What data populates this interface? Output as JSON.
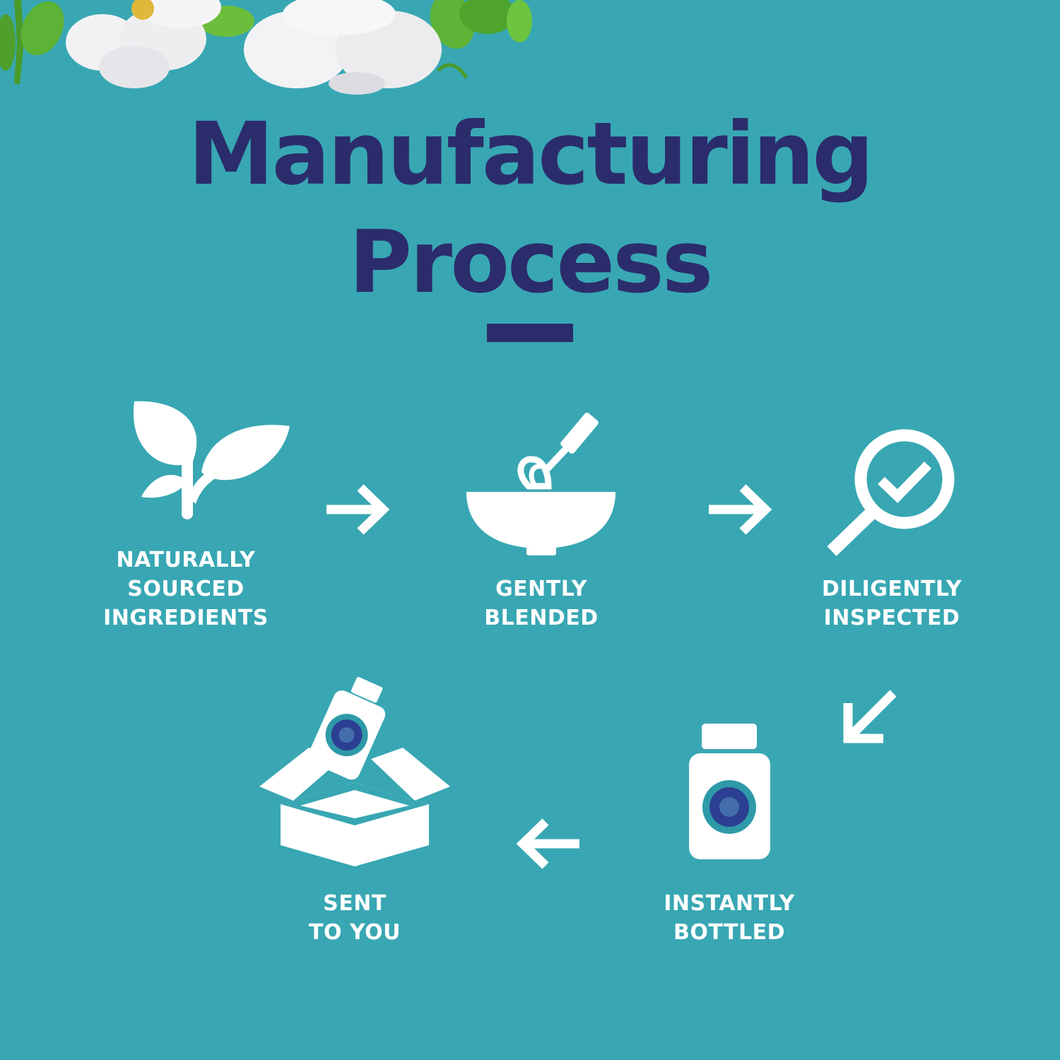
{
  "title": {
    "line1": "Manufacturing",
    "line2": "Process"
  },
  "steps": [
    {
      "line1": "NATURALLY",
      "line2": "SOURCED",
      "line3": "INGREDIENTS",
      "icon": "leaves-icon"
    },
    {
      "line1": "GENTLY",
      "line2": "BLENDED",
      "icon": "mixing-bowl-icon"
    },
    {
      "line1": "DILIGENTLY",
      "line2": "INSPECTED",
      "icon": "magnifier-check-icon"
    },
    {
      "line1": "INSTANTLY",
      "line2": "BOTTLED",
      "icon": "bottle-icon"
    },
    {
      "line1": "SENT",
      "line2": "TO YOU",
      "icon": "box-bottle-icon"
    }
  ],
  "colors": {
    "background": "#38a7b3",
    "title": "#2b2c6c",
    "icon": "#ffffff"
  }
}
